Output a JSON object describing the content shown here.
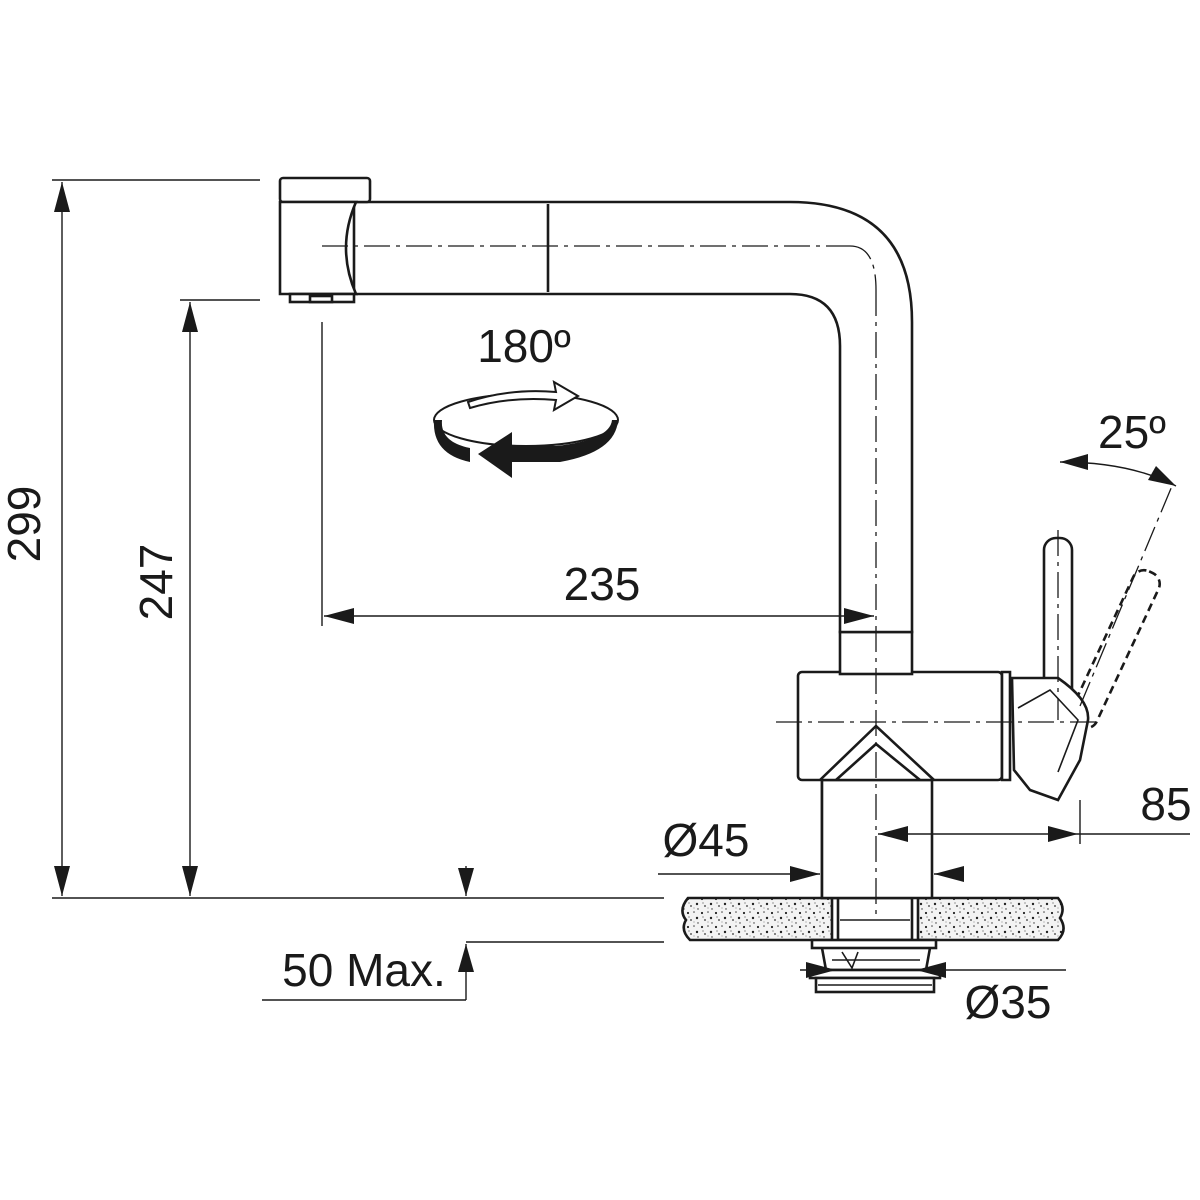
{
  "labels": {
    "rotation": "180º",
    "lever_angle": "25º",
    "reach": "235",
    "total_height": "299",
    "spout_height": "247",
    "lever_offset": "85",
    "hole_diameter_top": "Ø45",
    "hole_diameter_bottom": "Ø35",
    "max_thickness": "50 Max."
  },
  "colors": {
    "line": "#1a1a1a",
    "background": "#ffffff"
  },
  "icons": {
    "rotation": "rotation-arrow-icon"
  }
}
